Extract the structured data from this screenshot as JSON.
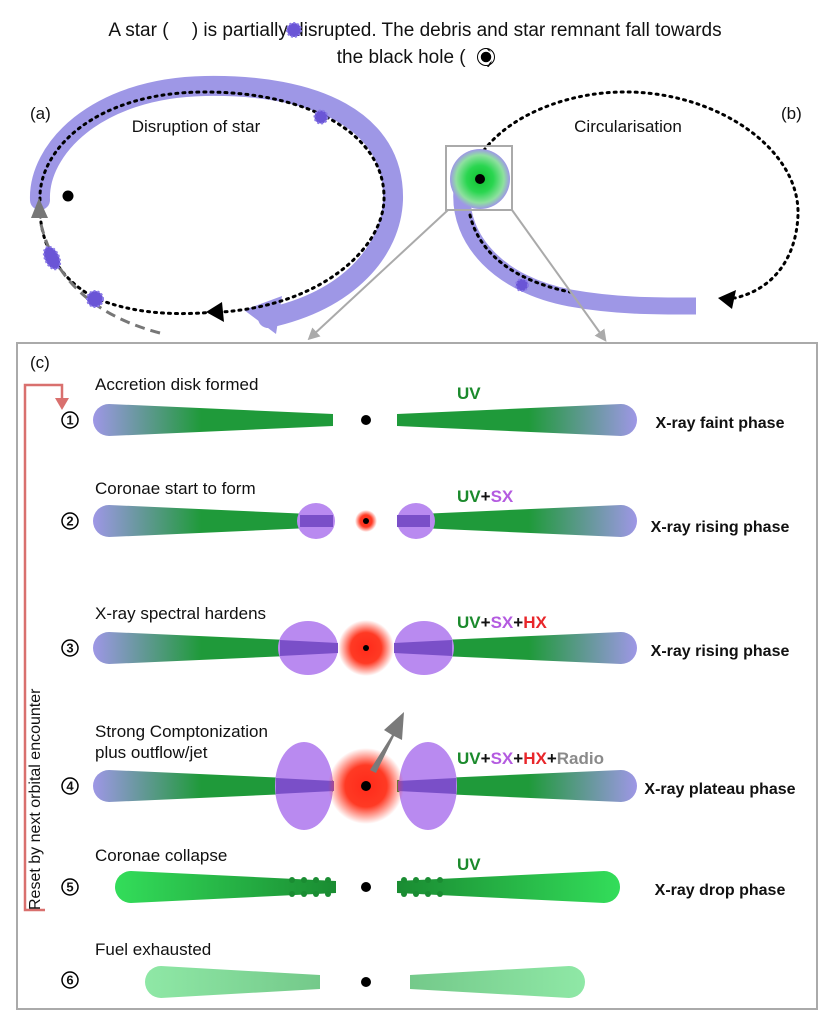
{
  "title": {
    "line1_before": "A star (",
    "line1_after": ") is partially disrupted. The debris and star remnant fall towards",
    "line2_before": "the black hole (",
    "line2_after": ")"
  },
  "panel_a": {
    "tag": "(a)",
    "label": "Disruption of star"
  },
  "panel_b": {
    "tag": "(b)",
    "label": "Circularisation"
  },
  "panel_c": {
    "tag": "(c)",
    "reset_label": "Reset by next orbital encounter"
  },
  "colors": {
    "debris": "#9e97e6",
    "star": "#6a55d6",
    "disk_green": "#1f9a3a",
    "bright_green": "#2ad650",
    "pale_green": "#8fe8a6",
    "corona": "#b98af0",
    "hot": "#ff2a1a",
    "uv": "#1b8a2c",
    "sx": "#b45be0",
    "hx": "#e8262a",
    "radio": "#8a8a8a",
    "reset": "#d9706e"
  },
  "stages": [
    {
      "num": "1",
      "title": "Accretion disk formed",
      "phase": "X-ray faint phase",
      "bands": [
        {
          "text": "UV",
          "color": "uv"
        }
      ]
    },
    {
      "num": "2",
      "title": "Coronae start to form",
      "phase": "X-ray rising phase",
      "bands": [
        {
          "text": "UV",
          "color": "uv"
        },
        {
          "text": "+",
          "color": "plus"
        },
        {
          "text": "SX",
          "color": "sx"
        }
      ]
    },
    {
      "num": "3",
      "title": "X-ray spectral hardens",
      "phase": "X-ray rising phase",
      "bands": [
        {
          "text": "UV",
          "color": "uv"
        },
        {
          "text": "+",
          "color": "plus"
        },
        {
          "text": "SX",
          "color": "sx"
        },
        {
          "text": "+",
          "color": "plus"
        },
        {
          "text": "HX",
          "color": "hx"
        }
      ]
    },
    {
      "num": "4",
      "title": "Strong Comptonization",
      "title2": "plus outflow/jet",
      "phase": "X-ray plateau phase",
      "bands": [
        {
          "text": "UV",
          "color": "uv"
        },
        {
          "text": "+",
          "color": "plus"
        },
        {
          "text": "SX",
          "color": "sx"
        },
        {
          "text": "+",
          "color": "plus"
        },
        {
          "text": "HX",
          "color": "hx"
        },
        {
          "text": "+",
          "color": "plus"
        },
        {
          "text": "Radio",
          "color": "radio"
        }
      ]
    },
    {
      "num": "5",
      "title": "Coronae collapse",
      "phase": "X-ray drop phase",
      "bands": [
        {
          "text": "UV",
          "color": "uv"
        }
      ]
    },
    {
      "num": "6",
      "title": "Fuel exhausted",
      "phase": "",
      "bands": []
    }
  ]
}
